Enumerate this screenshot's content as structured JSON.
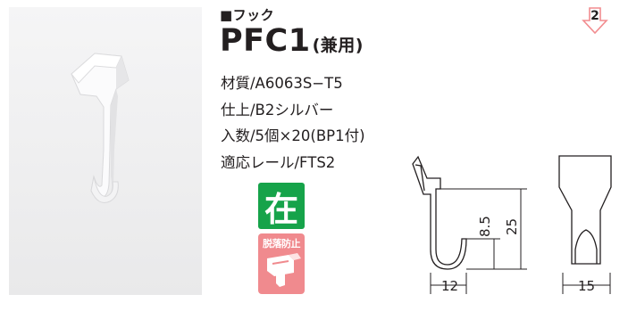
{
  "page": {
    "badge_number": "2"
  },
  "product": {
    "category": "■フック",
    "model": "PFC1",
    "model_note": "(兼用)"
  },
  "specs": [
    "材質/A6063S−T5",
    "仕上/B2シルバー",
    "入数/5個×20(BP1付)",
    "適応レール/FTS2"
  ],
  "badges": {
    "stock": "在",
    "drop_prevention": "脱落防止"
  },
  "dimensions": {
    "side_width": "12",
    "short_height": "8.5",
    "total_height": "25",
    "front_width": "15"
  },
  "colors": {
    "stock_badge": "#16a34a",
    "drop_badge": "#f08a8e",
    "page_badge": "#f28c8f"
  }
}
